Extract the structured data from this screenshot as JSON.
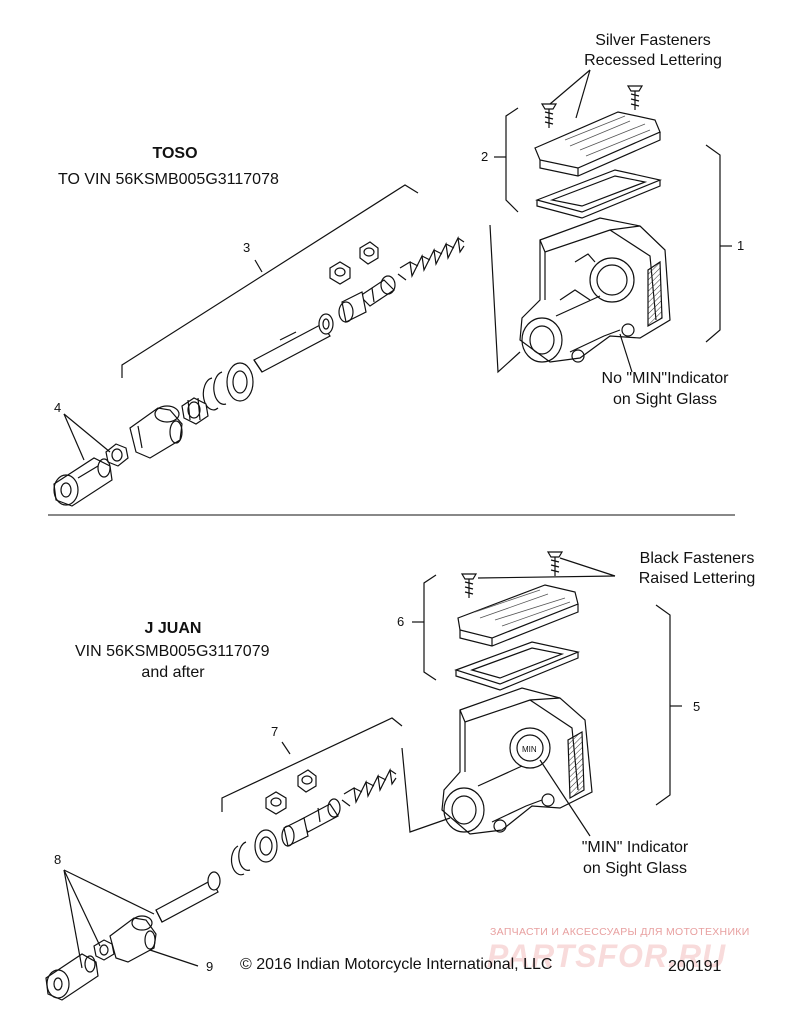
{
  "top_section": {
    "model_title": "TOSO",
    "vin_range": "TO  VIN 56KSMB005G3117078",
    "fastener_note_line1": "Silver Fasteners",
    "fastener_note_line2": "Recessed Lettering",
    "indicator_note_line1": "No \"MIN\"Indicator",
    "indicator_note_line2": "on Sight Glass",
    "callouts": [
      "1",
      "2",
      "3",
      "4"
    ]
  },
  "bottom_section": {
    "model_title": "J JUAN",
    "vin_range": "VIN 56KSMB005G3117079",
    "vin_suffix": "and after",
    "fastener_note_line1": "Black Fasteners",
    "fastener_note_line2": "Raised Lettering",
    "indicator_note_line1": "\"MIN\" Indicator",
    "indicator_note_line2": "on Sight Glass",
    "callouts": [
      "5",
      "6",
      "7",
      "8",
      "9"
    ]
  },
  "footer": {
    "copyright": "© 2016 Indian Motorcycle International, LLC",
    "diagram_number": "200191"
  },
  "watermark": {
    "line1": "ЗАПЧАСТИ И АКСЕССУАРЫ ДЛЯ МОТОТЕХНИКИ",
    "line2": "PARTSFOR.RU"
  }
}
